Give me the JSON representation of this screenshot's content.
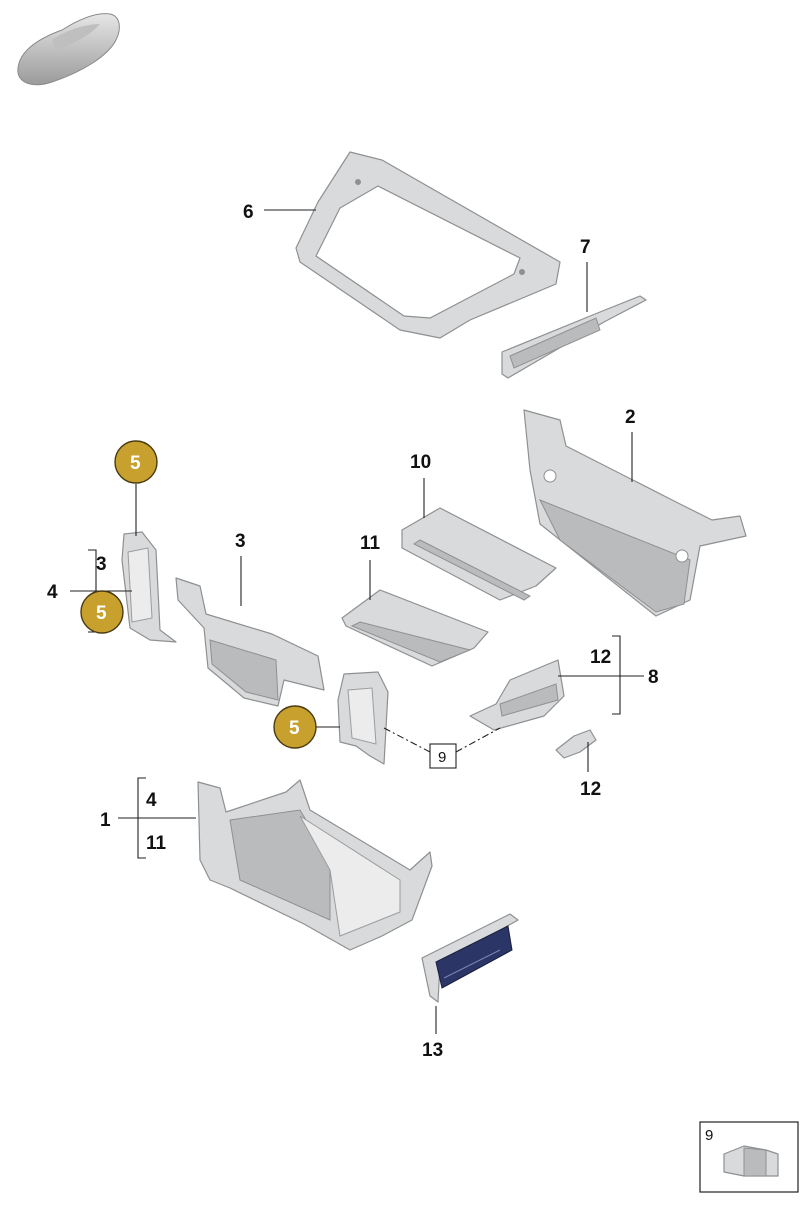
{
  "labels": {
    "p6": "6",
    "p7": "7",
    "p2": "2",
    "p10": "10",
    "p3": "3",
    "p11": "11",
    "p5_top": "5",
    "p4_left": "4",
    "p3_left": "3",
    "p5_left": "5",
    "p12_upper": "12",
    "p8": "8",
    "p5_mid": "5",
    "p9_box": "9",
    "p12_lower": "12",
    "p1": "1",
    "p4_lower": "4",
    "p11_lower": "11",
    "p13": "13",
    "inset_9": "9"
  },
  "colors": {
    "badge_fill": "#c8a02e",
    "badge_stroke": "#4a3c12",
    "part_gray": "#d9dadb",
    "part_blue": "#2b3566"
  },
  "icons": {
    "vehicle_thumbnail": "car-silhouette-icon"
  }
}
